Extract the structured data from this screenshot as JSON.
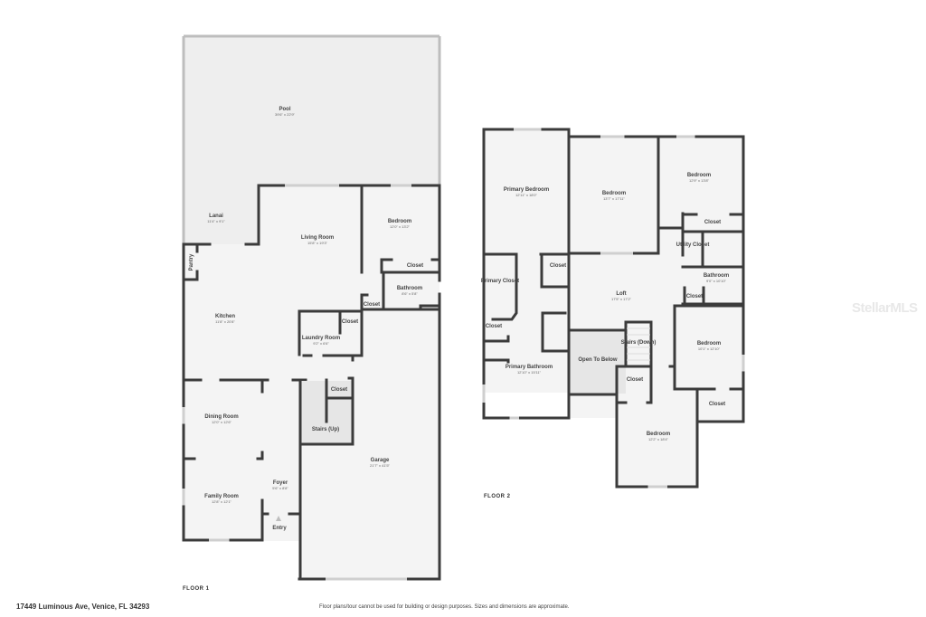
{
  "floors": [
    {
      "label": "FLOOR 1",
      "rooms": [
        {
          "name": "Pool",
          "dims": "39'6\" x 22'9\""
        },
        {
          "name": "Lanai",
          "dims": "11'4\" x 9'1\""
        },
        {
          "name": "Living Room",
          "dims": "15'8\" x 19'3\""
        },
        {
          "name": "Bedroom",
          "dims": "12'0\" x 13'2\""
        },
        {
          "name": "Closet",
          "dims": ""
        },
        {
          "name": "Bathroom",
          "dims": "8'6\" x 5'8\""
        },
        {
          "name": "Closet",
          "dims": ""
        },
        {
          "name": "Pantry",
          "dims": ""
        },
        {
          "name": "Kitchen",
          "dims": "11'8\" x 20'8\""
        },
        {
          "name": "Closet",
          "dims": ""
        },
        {
          "name": "Laundry Room",
          "dims": "9'2\" x 6'6\""
        },
        {
          "name": "Closet",
          "dims": ""
        },
        {
          "name": "Stairs (Up)",
          "dims": ""
        },
        {
          "name": "Dining Room",
          "dims": "12'0\" x 12'6\""
        },
        {
          "name": "Foyer",
          "dims": "5'6\" x 8'8\""
        },
        {
          "name": "Family Room",
          "dims": "12'8\" x 12'1\""
        },
        {
          "name": "Garage",
          "dims": "21'7\" x 41'5\""
        },
        {
          "name": "Entry",
          "dims": ""
        }
      ]
    },
    {
      "label": "FLOOR 2",
      "rooms": [
        {
          "name": "Primary Bedroom",
          "dims": "12'11\" x 18'0\""
        },
        {
          "name": "Bedroom",
          "dims": "13'7\" x 17'11\""
        },
        {
          "name": "Bedroom",
          "dims": "12'9\" x 13'8\""
        },
        {
          "name": "Closet",
          "dims": ""
        },
        {
          "name": "Utility Closet",
          "dims": ""
        },
        {
          "name": "Bathroom",
          "dims": "9'0\" x 10'10\""
        },
        {
          "name": "Closet",
          "dims": ""
        },
        {
          "name": "Primary Closet",
          "dims": ""
        },
        {
          "name": "Closet",
          "dims": ""
        },
        {
          "name": "Loft",
          "dims": "17'5\" x 17'2\""
        },
        {
          "name": "Closet",
          "dims": ""
        },
        {
          "name": "Stairs (Down)",
          "dims": ""
        },
        {
          "name": "Open To Below",
          "dims": ""
        },
        {
          "name": "Primary Bathroom",
          "dims": "12'10\" x 15'11\""
        },
        {
          "name": "Bedroom",
          "dims": "10'1\" x 12'10\""
        },
        {
          "name": "Closet",
          "dims": ""
        },
        {
          "name": "Closet",
          "dims": ""
        },
        {
          "name": "Bedroom",
          "dims": "12'2\" x 18'4\""
        }
      ]
    }
  ],
  "footer": {
    "address": "17449 Luminous Ave, Venice, FL 34293",
    "disclaimer": "Floor plans/tour cannot be used for building or design purposes. Sizes and dimensions are approximate."
  },
  "watermark": "StellarMLS",
  "icons": {
    "entry": "triangle-up-icon"
  },
  "colors": {
    "wall": "#3b3b3b",
    "room_fill": "#f4f4f4",
    "open_fill": "#e6e6e6"
  }
}
